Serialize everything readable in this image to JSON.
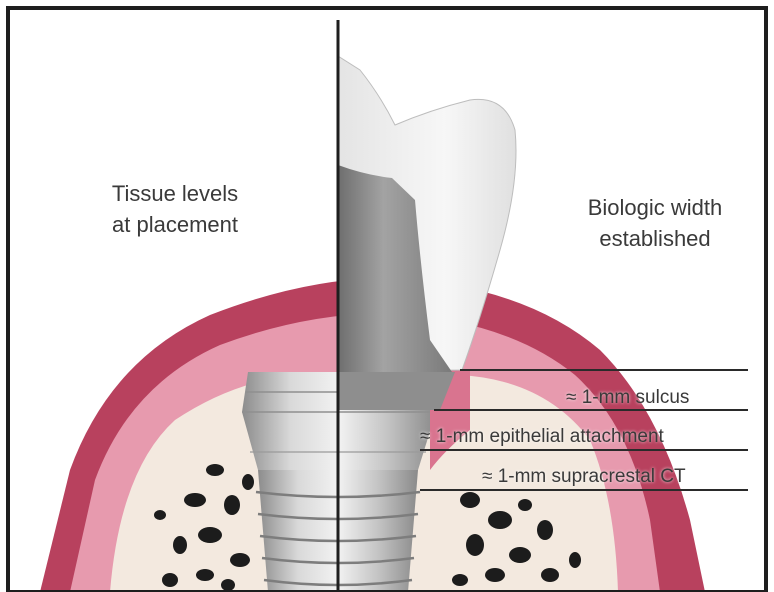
{
  "diagram": {
    "left_panel": {
      "title_line1": "Tissue levels",
      "title_line2": "at placement"
    },
    "right_panel": {
      "title_line1": "Biologic width",
      "title_line2": "established"
    },
    "callouts": [
      "≈ 1-mm sulcus",
      "≈ 1-mm epithelial attachment",
      "≈ 1-mm supracrestal CT"
    ],
    "colors": {
      "gingiva_outer": "#b8415e",
      "gingiva_inner": "#e79aae",
      "bone": "#f3e9df",
      "trabecular": "#1c1c1c",
      "implant_metal": "#b5b5b5",
      "frame": "#1e1e1e"
    }
  }
}
